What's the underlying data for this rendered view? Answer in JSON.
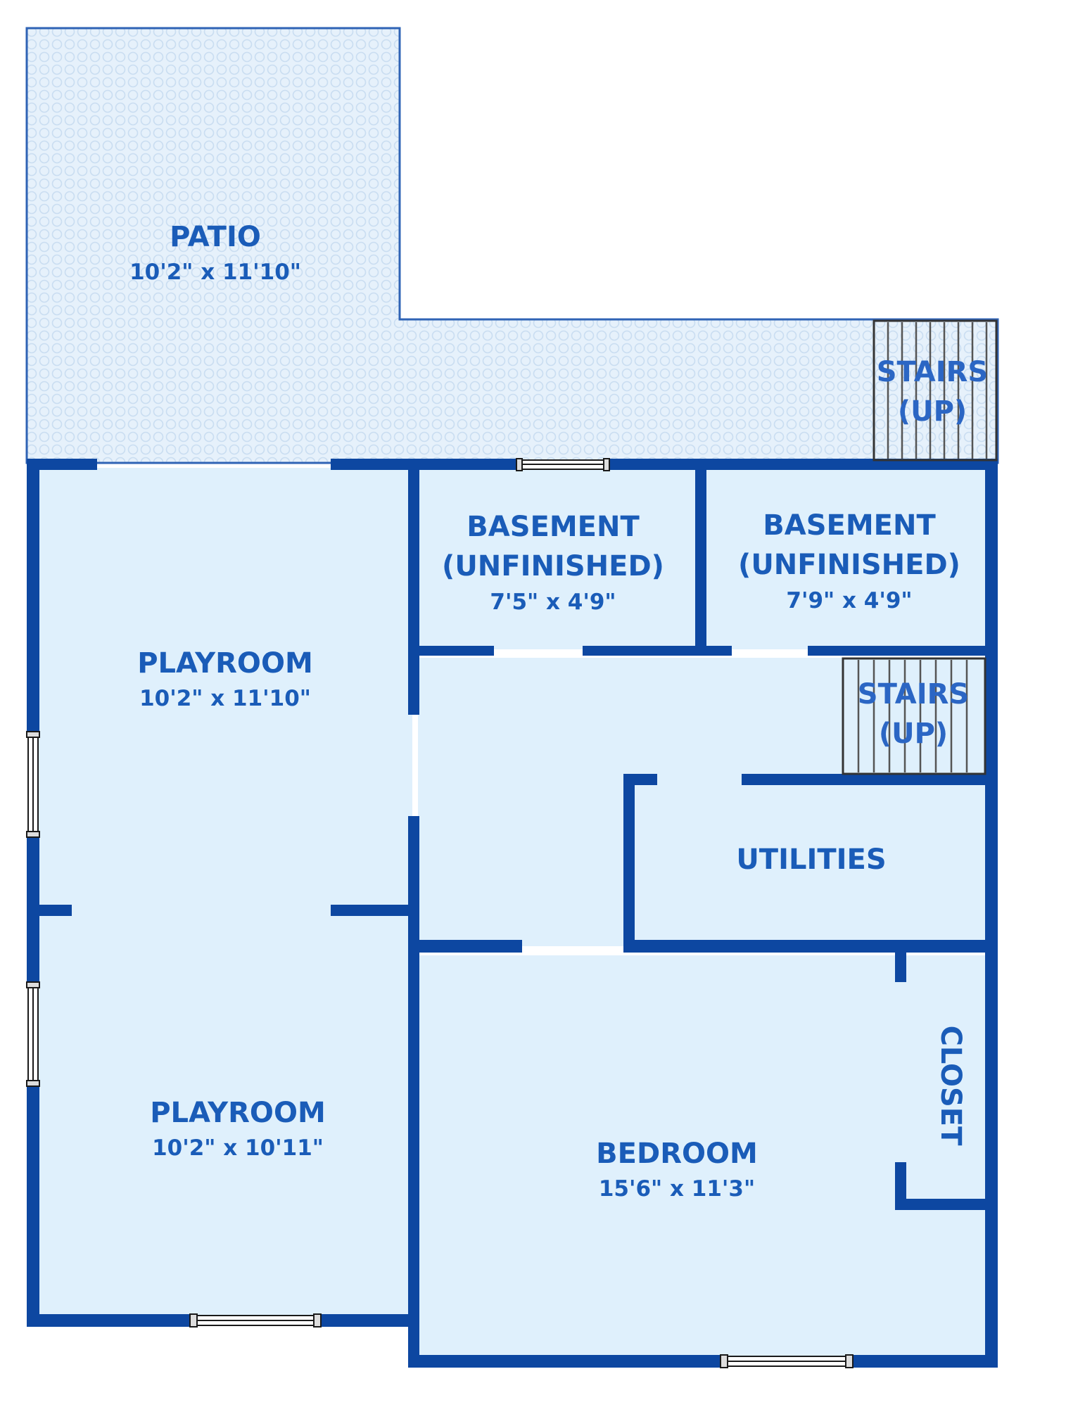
{
  "colors": {
    "wall": "#0d47a1",
    "floor": "#dff0fc",
    "patio": "#e6f1fb",
    "patio_tile": "#c9ddf1",
    "label": "#1a5cb8",
    "stair_line": "#444444",
    "opening": "#ffffff"
  },
  "rooms": {
    "patio": {
      "name": "PATIO",
      "dims": "10'2\" x 11'10\""
    },
    "stairs_top": {
      "line1": "STAIRS",
      "line2": "(UP)"
    },
    "basement_1": {
      "name1": "BASEMENT",
      "name2": "(UNFINISHED)",
      "dims": "7'5\" x 4'9\""
    },
    "basement_2": {
      "name1": "BASEMENT",
      "name2": "(UNFINISHED)",
      "dims": "7'9\" x 4'9\""
    },
    "playroom_1": {
      "name": "PLAYROOM",
      "dims": "10'2\" x 11'10\""
    },
    "playroom_2": {
      "name": "PLAYROOM",
      "dims": "10'2\" x 10'11\""
    },
    "stairs_mid": {
      "line1": "STAIRS",
      "line2": "(UP)"
    },
    "utilities": {
      "name": "UTILITIES"
    },
    "closet": {
      "name": "CLOSET"
    },
    "bedroom": {
      "name": "BEDROOM",
      "dims": "15'6\" x 11'3\""
    }
  }
}
